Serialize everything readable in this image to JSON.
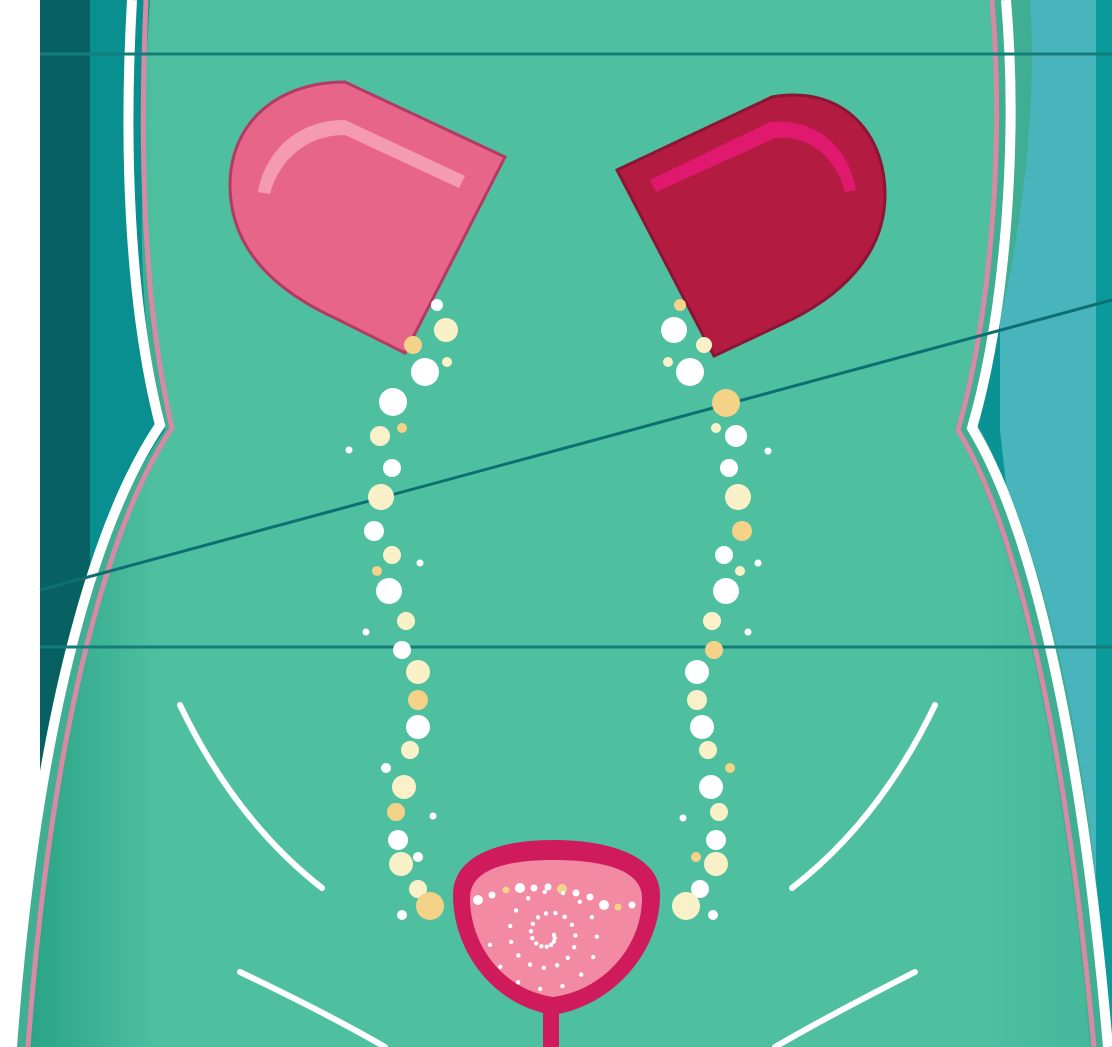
{
  "scene": {
    "subject": "urinary-system-illustration",
    "organs": [
      {
        "name": "kidney-left",
        "shading": "light"
      },
      {
        "name": "kidney-right",
        "shading": "dark"
      },
      {
        "name": "bladder"
      }
    ],
    "streams": [
      "ureter-left-droplets",
      "ureter-right-droplets"
    ],
    "swirl": "bladder-droplet-swirl"
  },
  "colors": {
    "background_teal": "#0a8f91",
    "background_dark": "#0a6b6d",
    "background_light_right": "#4eb8c1",
    "body_fill": "#4ec0a0",
    "body_outline": "#ffffff",
    "body_outline_pink": "#d68aa4",
    "kidney_left": "#e8658a",
    "kidney_left_highlight": "#f59ab3",
    "kidney_right": "#b31b41",
    "kidney_right_highlight": "#e0196f",
    "bladder_outer": "#cf1a5c",
    "bladder_inner": "#f28aa3",
    "droplet_white": "#ffffff",
    "droplet_cream": "#fbf1c8",
    "droplet_yellow": "#f4d288",
    "grid_line": "#167f7d"
  }
}
